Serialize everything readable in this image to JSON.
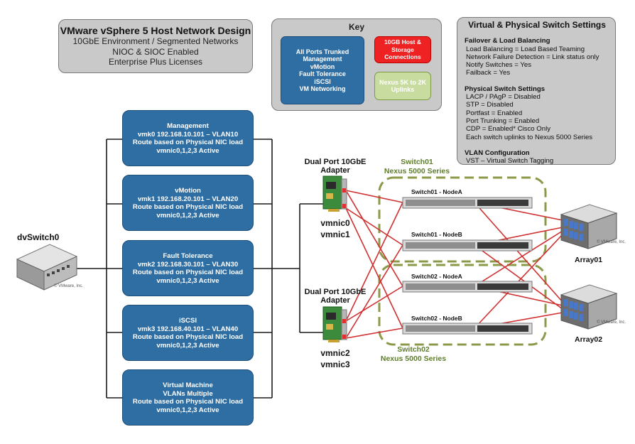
{
  "title_box": {
    "title": "VMware vSphere 5 Host Network Design",
    "lines": [
      "10GbE Environment / Segmented Networks",
      "NIOC & SIOC Enabled",
      "Enterprise Plus Licenses"
    ]
  },
  "key": {
    "title": "Key",
    "blue_lines": [
      "All Ports Trunked",
      "Management",
      "vMotion",
      "Fault Tolerance",
      "iSCSI",
      "VM Networking"
    ],
    "red_lines": [
      "10GB Host &",
      "Storage",
      "Connections"
    ],
    "green_lines": [
      "Nexus 5K to 2K",
      "Uplinks"
    ]
  },
  "settings": {
    "title": "Virtual & Physical Switch Settings",
    "sections": [
      {
        "heading": "Failover & Load Balancing",
        "lines": [
          "Load Balancing = Load Based Teaming",
          "Network Failure Detection = Link status only",
          "Notify Switches = Yes",
          "Failback = Yes"
        ]
      },
      {
        "heading": "Physical Switch Settings",
        "lines": [
          "LACP / PAgP = Disabled",
          "STP = Disabled",
          "Portfast = Enabled",
          "Port Trunking = Enabled",
          "CDP = Enabled* Cisco Only",
          "Each switch uplinks to Nexus 5000 Series"
        ]
      },
      {
        "heading": "VLAN Configuration",
        "lines": [
          "VST – Virtual Switch Tagging"
        ]
      }
    ]
  },
  "portgroups": [
    {
      "lines": [
        "Management",
        "vmk0 192.168.10.101 – VLAN10",
        "Route based on Physical NIC load",
        "vmnic0,1,2,3 Active"
      ]
    },
    {
      "lines": [
        "vMotion",
        "vmk1 192.168.20.101 – VLAN20",
        "Route based on Physical NIC load",
        "vmnic0,1,2,3 Active"
      ]
    },
    {
      "lines": [
        "Fault Tolerance",
        "vmk2 192.168.30.101 – VLAN30",
        "Route based on Physical NIC load",
        "vmnic0,1,2,3 Active"
      ]
    },
    {
      "lines": [
        "iSCSI",
        "vmk3 192.168.40.101 – VLAN40",
        "Route based on Physical NIC load",
        "vmnic0,1,2,3 Active"
      ]
    },
    {
      "lines": [
        "Virtual Machine",
        "VLANs Multiple",
        "Route based on Physical NIC load",
        "vmnic0,1,2,3 Active"
      ]
    }
  ],
  "dvswitch": {
    "label": "dvSwitch0",
    "watermark": "© VMware, Inc."
  },
  "adapters": [
    {
      "title1": "Dual Port 10GbE",
      "title2": "Adapter",
      "nic_a": "vmnic0",
      "nic_b": "vmnic1"
    },
    {
      "title1": "Dual Port 10GbE",
      "title2": "Adapter",
      "nic_a": "vmnic2",
      "nic_b": "vmnic3"
    }
  ],
  "switch_groups": [
    {
      "name": "Switch01",
      "series": "Nexus 5000 Series"
    },
    {
      "name": "Switch02",
      "series": "Nexus 5000 Series"
    }
  ],
  "switches": [
    "Switch01 - NodeA",
    "Switch01 - NodeB",
    "Switch02 - NodeA",
    "Switch02 - NodeB"
  ],
  "arrays": [
    {
      "label": "Array01",
      "watermark": "© VMware, Inc."
    },
    {
      "label": "Array02",
      "watermark": "© VMware, Inc."
    }
  ],
  "colors": {
    "port_blue": "#2e6ea3",
    "link_red": "#d03030",
    "group_olive": "#8a9a4a",
    "box_gray": "#c9c9c9"
  }
}
